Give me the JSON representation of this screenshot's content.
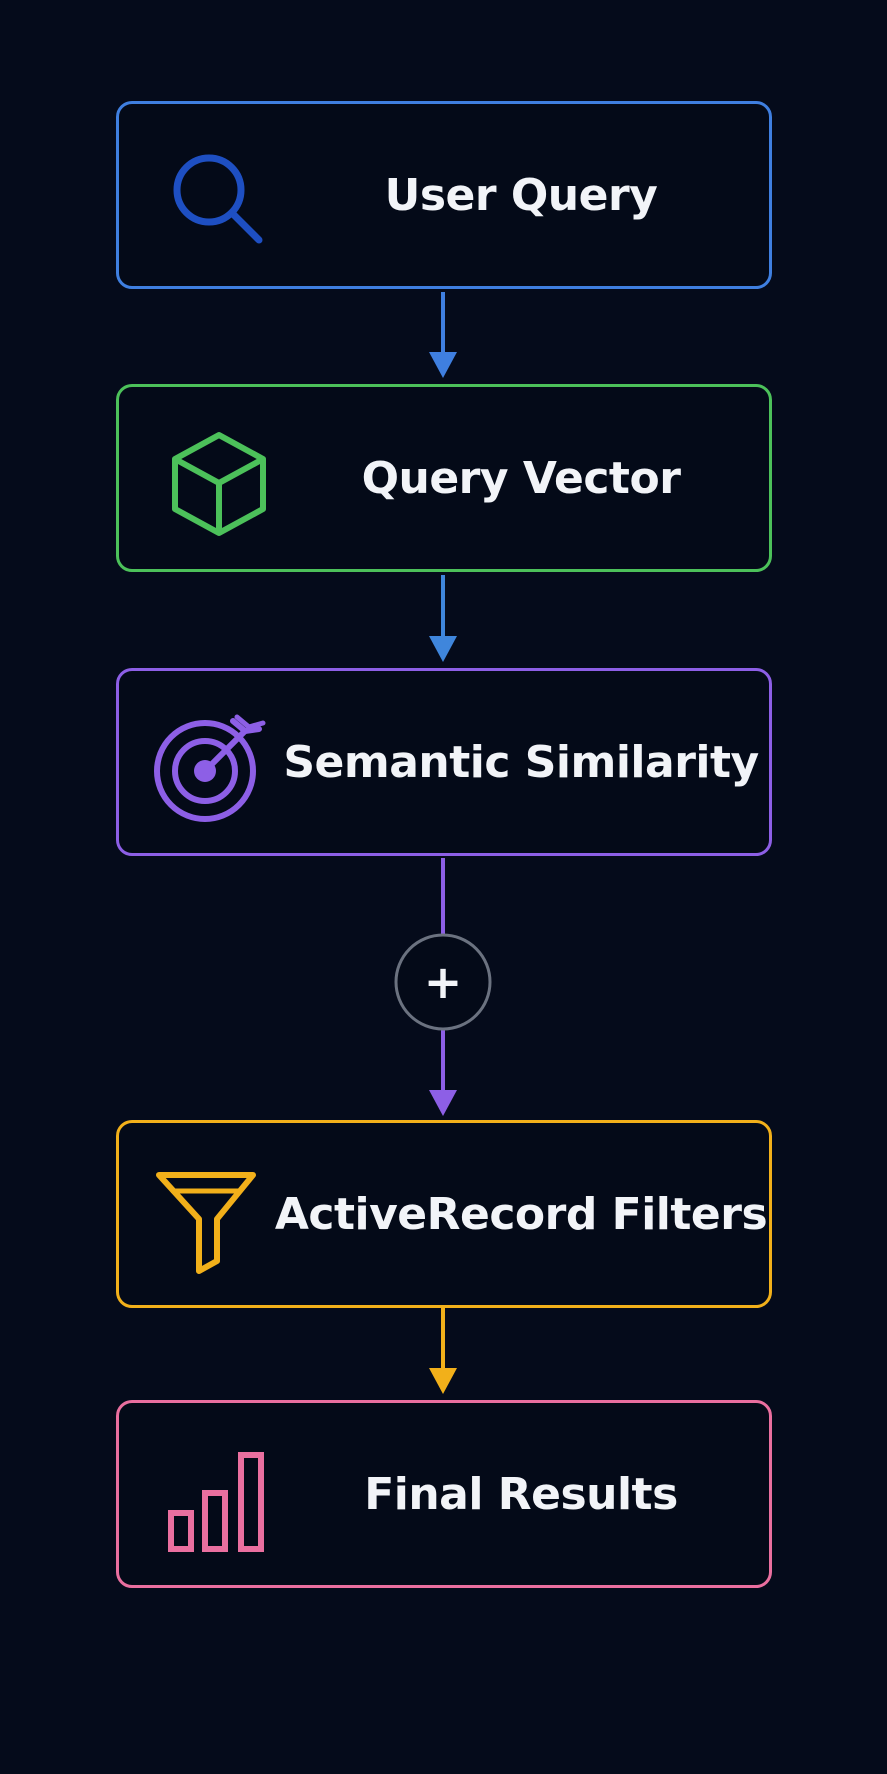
{
  "colors": {
    "background": "#050b1b",
    "user_query": "#3f7fe0",
    "query_vector": "#4cc15a",
    "semantic_similarity": "#8d5fe6",
    "filters": "#f2b01a",
    "final_results": "#ea6f9f",
    "plus_circle": "#6b7280",
    "text": "#f2f4f8"
  },
  "steps": [
    {
      "label": "User Query",
      "icon": "search-icon"
    },
    {
      "label": "Query Vector",
      "icon": "cube-icon"
    },
    {
      "label": "Semantic Similarity",
      "icon": "target-icon"
    },
    {
      "label": "ActiveRecord Filters",
      "icon": "funnel-icon"
    },
    {
      "label": "Final Results",
      "icon": "bar-chart-icon"
    }
  ],
  "combine_symbol": "+"
}
